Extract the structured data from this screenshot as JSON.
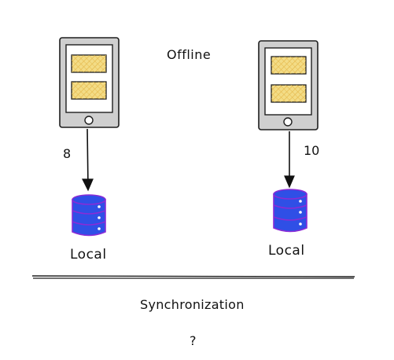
{
  "diagram": {
    "top_label": "Offline",
    "bottom_label": "Synchronization",
    "question": "?",
    "left": {
      "count": "8",
      "storage_label": "Local"
    },
    "right": {
      "count": "10",
      "storage_label": "Local"
    }
  },
  "colors": {
    "device_frame": "#cccccc",
    "device_stroke": "#1e1e1e",
    "screen_card": "#f1d97a",
    "database_fill": "#2f4fe6",
    "database_stroke": "#8b2bd6",
    "ink": "#111111"
  },
  "icons": [
    "phone-device-icon",
    "database-icon",
    "arrow-down-icon"
  ]
}
